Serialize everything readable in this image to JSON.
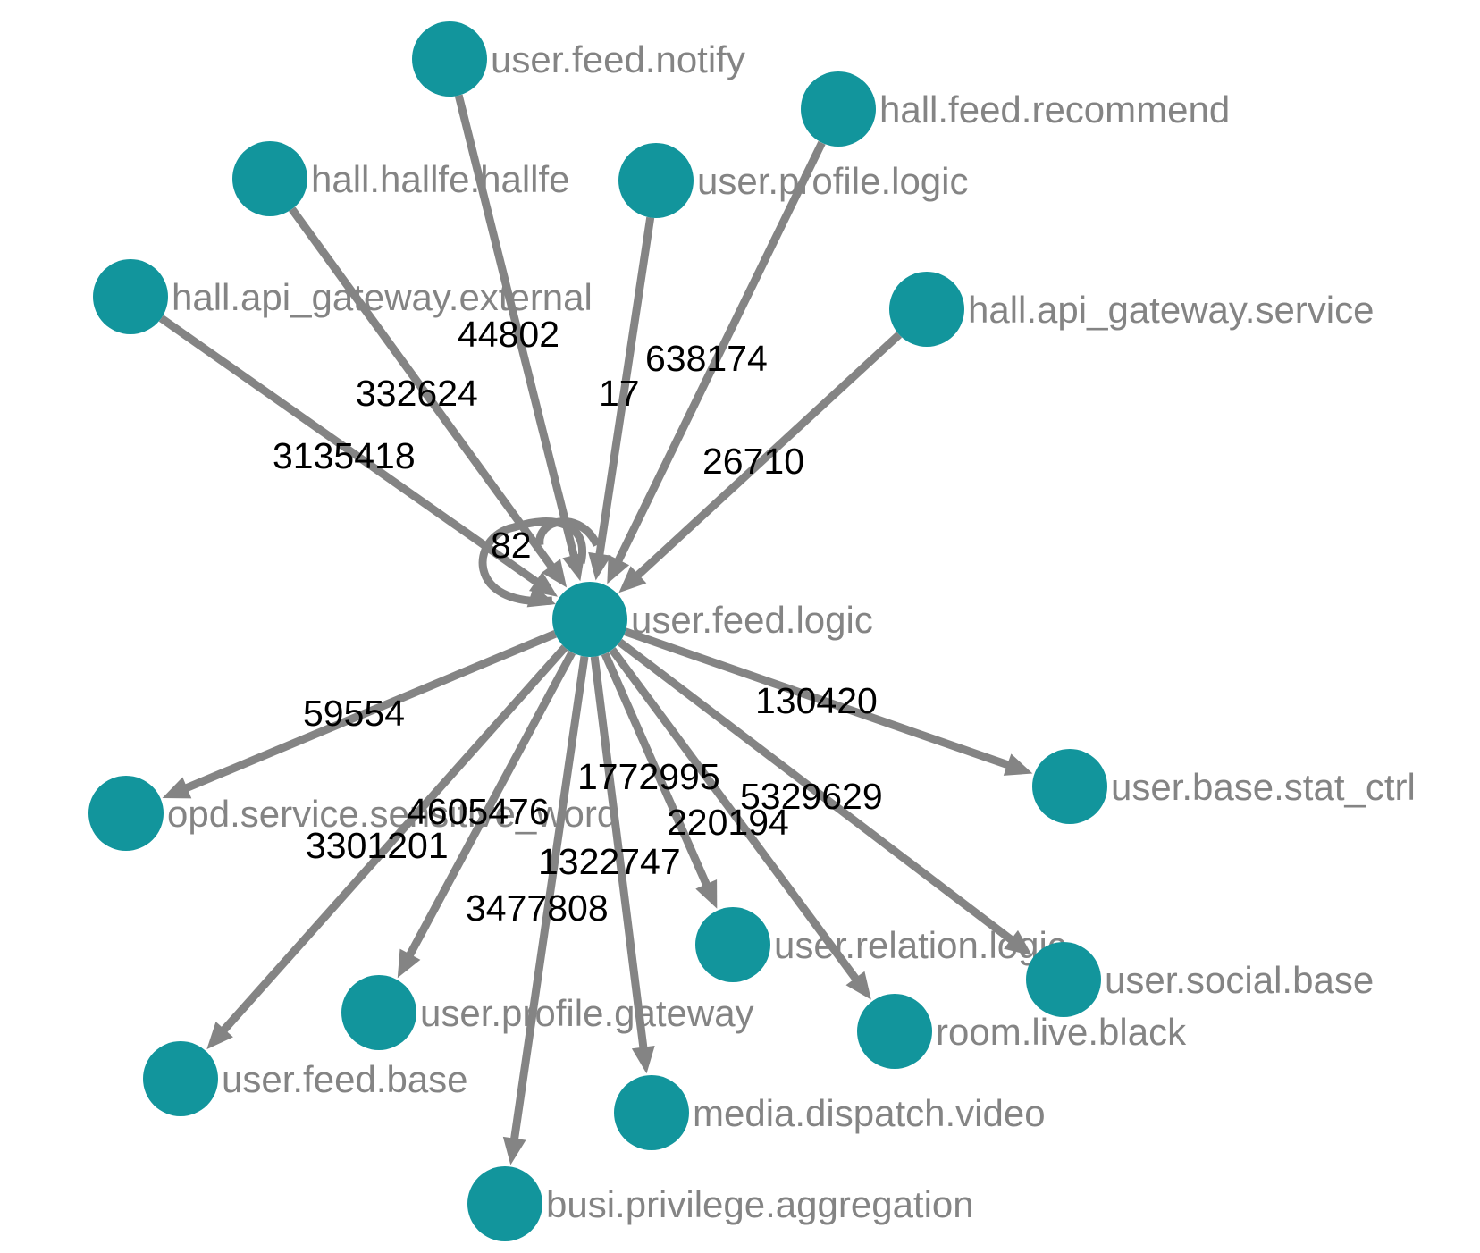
{
  "graph": {
    "node_color": "#12959c",
    "edge_color": "#848484",
    "center": "user.feed.logic",
    "nodes": [
      {
        "id": "user.feed.logic"
      },
      {
        "id": "user.feed.notify"
      },
      {
        "id": "hall.feed.recommend"
      },
      {
        "id": "hall.hallfe.hallfe"
      },
      {
        "id": "user.profile.logic"
      },
      {
        "id": "hall.api_gateway.external"
      },
      {
        "id": "hall.api_gateway.service"
      },
      {
        "id": "opd.service.sensitive_word"
      },
      {
        "id": "user.base.stat_ctrl"
      },
      {
        "id": "user.relation.logic"
      },
      {
        "id": "user.social.base"
      },
      {
        "id": "user.profile.gateway"
      },
      {
        "id": "room.live.black"
      },
      {
        "id": "user.feed.base"
      },
      {
        "id": "media.dispatch.video"
      },
      {
        "id": "busi.privilege.aggregation"
      }
    ],
    "edges": [
      {
        "from": "hall.api_gateway.external",
        "to": "user.feed.logic",
        "label": "3135418"
      },
      {
        "from": "hall.hallfe.hallfe",
        "to": "user.feed.logic",
        "label": "332624"
      },
      {
        "from": "user.feed.notify",
        "to": "user.feed.logic",
        "label": "44802"
      },
      {
        "from": "user.profile.logic",
        "to": "user.feed.logic",
        "label": "17"
      },
      {
        "from": "hall.feed.recommend",
        "to": "user.feed.logic",
        "label": "638174"
      },
      {
        "from": "hall.api_gateway.service",
        "to": "user.feed.logic",
        "label": "26710"
      },
      {
        "from": "user.feed.logic",
        "to": "user.feed.logic",
        "label": "82"
      },
      {
        "from": "user.feed.logic",
        "to": "opd.service.sensitive_word",
        "label": "59554"
      },
      {
        "from": "user.feed.logic",
        "to": "user.base.stat_ctrl",
        "label": "130420"
      },
      {
        "from": "user.feed.logic",
        "to": "user.relation.logic",
        "label": "1772995"
      },
      {
        "from": "user.feed.logic",
        "to": "user.social.base",
        "label": "5329629"
      },
      {
        "from": "user.feed.logic",
        "to": "room.live.black",
        "label": "220194"
      },
      {
        "from": "user.feed.logic",
        "to": "user.profile.gateway",
        "label": "4605476"
      },
      {
        "from": "user.feed.logic",
        "to": "user.feed.base",
        "label": "3301201"
      },
      {
        "from": "user.feed.logic",
        "to": "media.dispatch.video",
        "label": "1322747"
      },
      {
        "from": "user.feed.logic",
        "to": "busi.privilege.aggregation",
        "label": "3477808"
      }
    ]
  }
}
